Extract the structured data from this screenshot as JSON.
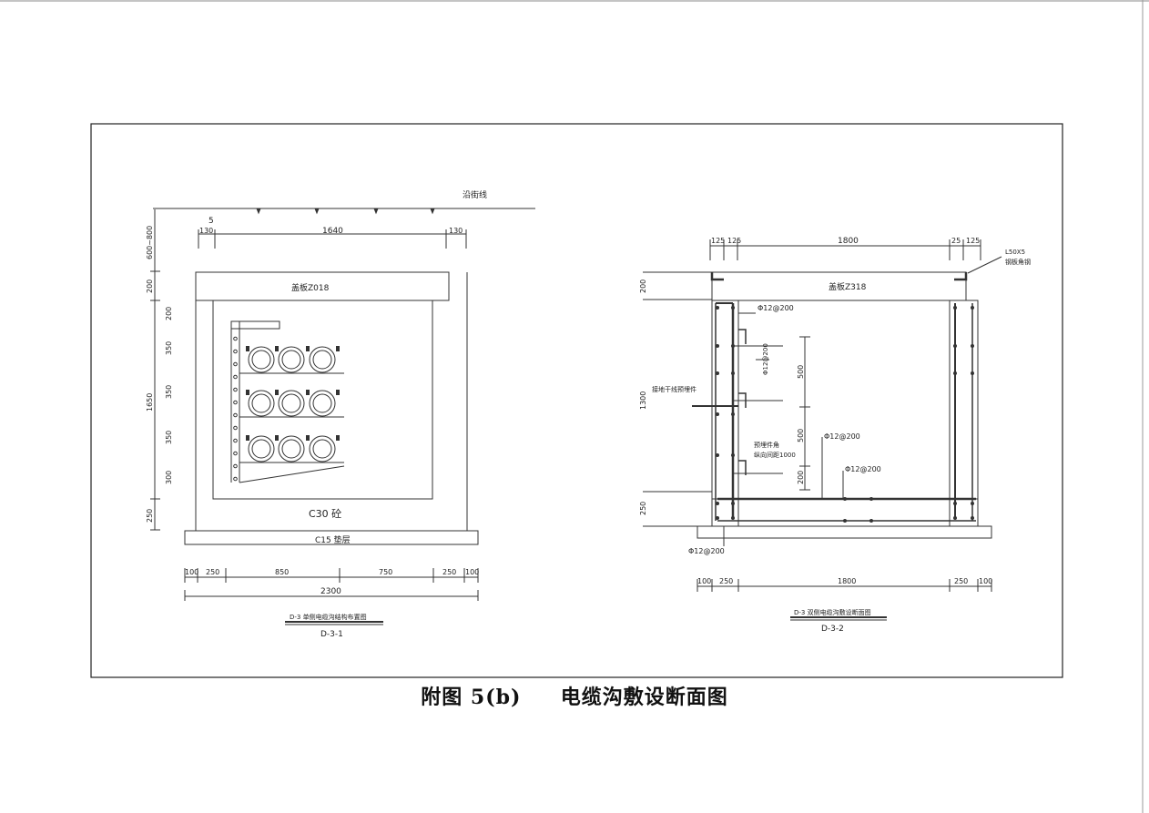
{
  "caption": {
    "figure_no": "附图 5(b)",
    "title": "电缆沟敷设断面图"
  },
  "left_section": {
    "road_label": "沿街线",
    "top_labels": [
      "5",
      "130",
      "1640",
      "130"
    ],
    "depth_label": "600~800",
    "left_dims": [
      "200",
      "200",
      "350",
      "350",
      "350",
      "300",
      "250",
      "1650"
    ],
    "cover_label": "盖板Z018",
    "concrete_label": "C30   砼",
    "base_label": "C15  垫层",
    "bottom_dims": [
      "100",
      "250",
      "850",
      "750",
      "250",
      "100"
    ],
    "total_width": "2300",
    "drawing_title": "D-3 单侧电缆沟结构布置图",
    "drawing_no": "D-3-1"
  },
  "right_section": {
    "top_labels": [
      "125",
      "125",
      "1800",
      "25",
      "125"
    ],
    "corner_note_1": "L50X5",
    "corner_note_2": "钢板角钢",
    "cover_label": "盖板Z318",
    "left_dims": [
      "200",
      "1300",
      "250"
    ],
    "inner_dims": [
      "500",
      "500",
      "200"
    ],
    "rebar_1": "Φ12@200",
    "rebar_2": "Φ12@200",
    "rebar_3": "Φ12@200",
    "rebar_4": "Φ12@200",
    "rebar_5": "Φ12@200",
    "note_ground": "接地干线预埋件",
    "note_bracket_1": "预埋件角",
    "note_bracket_2": "纵向间距1000",
    "bottom_dims": [
      "100",
      "250",
      "1800",
      "250",
      "100"
    ],
    "drawing_title": "D-3 双侧电缆沟敷设断面图",
    "drawing_no": "D-3-2"
  }
}
